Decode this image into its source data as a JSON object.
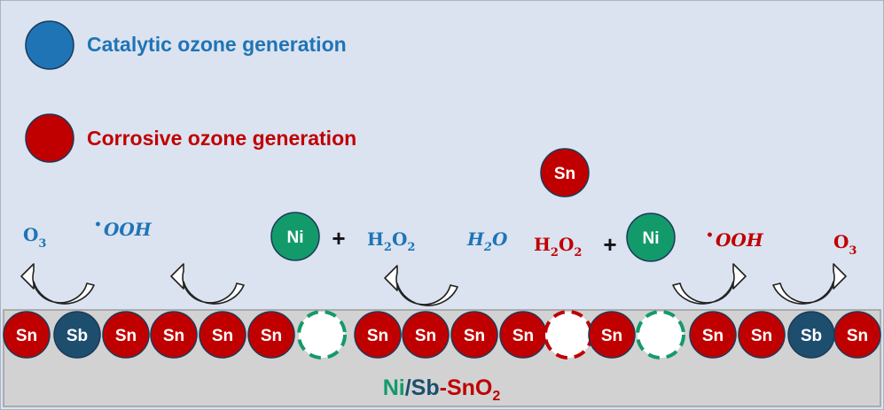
{
  "colors": {
    "background": "#dbe3f0",
    "surface": "#d2d2d2",
    "catalytic_blue": "#1f74b6",
    "corrosive_red": "#c00000",
    "sb_navy": "#1d4e6e",
    "ni_green": "#139a6a"
  },
  "legend": {
    "catalytic_label": "Catalytic ozone generation",
    "corrosive_label": "Corrosive ozone generation"
  },
  "species": {
    "o3": {
      "main": "O",
      "sub": "3"
    },
    "ooh": {
      "dot": "•",
      "main": "OOH"
    },
    "h2o2": {
      "main1": "H",
      "sub1": "2",
      "main2": "O",
      "sub2": "2"
    },
    "h2o": {
      "main1": "H",
      "sub1": "2",
      "main2": "O"
    },
    "plus": "+"
  },
  "atoms": {
    "sn": "Sn",
    "sb": "Sb",
    "ni": "Ni"
  },
  "surface_row": [
    "Sn",
    "Sb",
    "Sn",
    "Sn",
    "Sn",
    "Sn",
    "vacancy-green",
    "Sn",
    "Sn",
    "Sn",
    "Sn",
    "vacancy-red",
    "Sn",
    "vacancy-green",
    "Sn",
    "Sn",
    "Sb",
    "Sn"
  ],
  "material_label": {
    "ni": "Ni",
    "slash": "/",
    "sb": "Sb",
    "dash": "-",
    "sno": "SnO",
    "sub": "2"
  },
  "icons": [
    "circular-arrow-icon"
  ]
}
